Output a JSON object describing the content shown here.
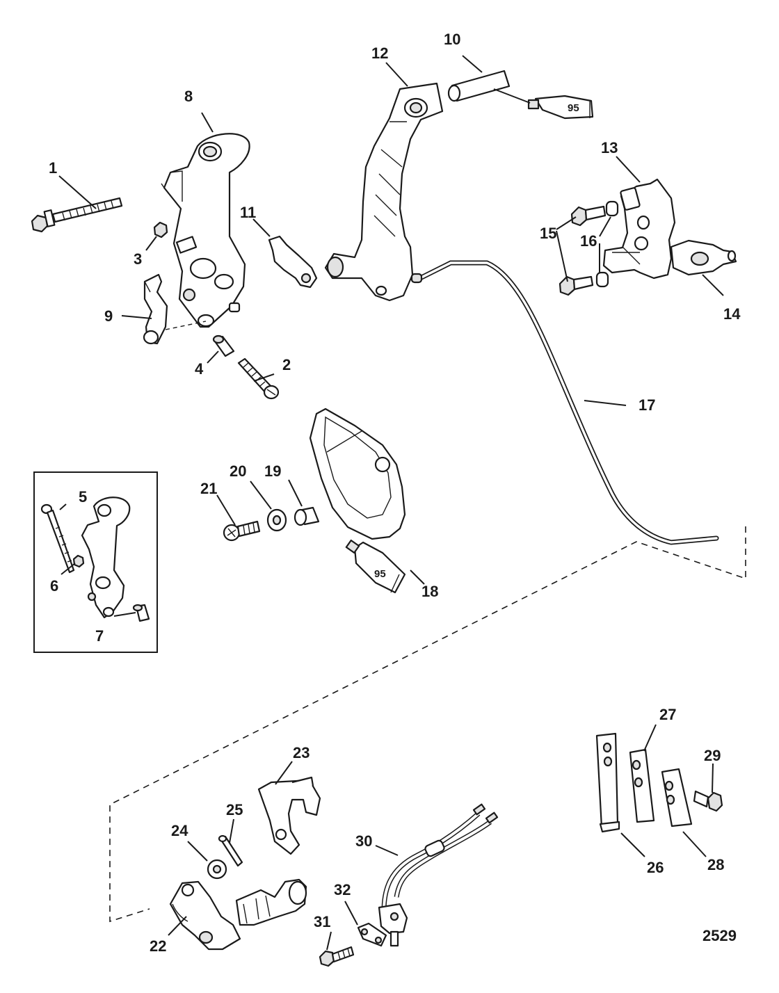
{
  "callouts": {
    "c1": "1",
    "c2": "2",
    "c3": "3",
    "c4": "4",
    "c5": "5",
    "c6": "6",
    "c7": "7",
    "c8": "8",
    "c9": "9",
    "c10": "10",
    "c11": "11",
    "c12": "12",
    "c13": "13",
    "c14": "14",
    "c15": "15",
    "c16": "16",
    "c17": "17",
    "c18": "18",
    "c19": "19",
    "c20": "20",
    "c21": "21",
    "c22": "22",
    "c23": "23",
    "c24": "24",
    "c25": "25",
    "c26": "26",
    "c27": "27",
    "c28": "28",
    "c29": "29",
    "c30": "30",
    "c31": "31",
    "c32": "32"
  },
  "lubricant_tubes": {
    "top": "95",
    "bottom": "95"
  },
  "figure_number": "2529"
}
